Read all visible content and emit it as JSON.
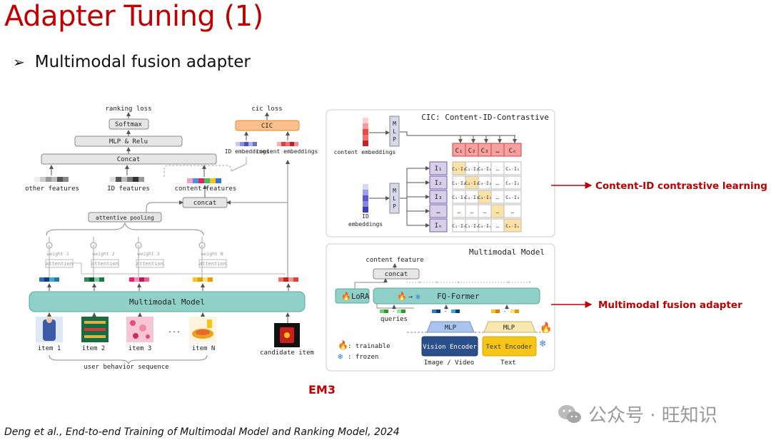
{
  "title": "Adapter Tuning (1)",
  "bullet": "Multimodal fusion adapter",
  "caption": "EM3",
  "citation": "Deng et al., End-to-end Training of Multimodal Model and Ranking Model, 2024",
  "watermark": "公众号 · 旺知识",
  "left_diagram": {
    "ranking_loss": "ranking loss",
    "softmax": "Softmax",
    "mlp_relu": "MLP & Relu",
    "concat": "Concat",
    "other_features": "other features",
    "id_features": "ID features",
    "content_features": "content features",
    "cic_loss": "cic loss",
    "cic": "CIC",
    "id_embeddings": "ID embeddings",
    "content_embeddings": "content embeddings",
    "concat2": "concat",
    "attentive_pooling": "attentive pooling",
    "weights": [
      "weight 1",
      "weight 2",
      "weight 3",
      "weight N"
    ],
    "attention": "attention",
    "multimodal_model": "Multimodal Model",
    "items": [
      "item 1",
      "item 2",
      "item 3",
      "item N"
    ],
    "ellipsis": "...",
    "candidate_item": "candidate item",
    "user_behavior_sequence": "user behavior sequence"
  },
  "cic_panel": {
    "title": "CIC: Content-ID-Contrastive",
    "content_embeddings": "content embeddings",
    "id_embeddings": "ID embeddings",
    "mlp": "MLP",
    "cols": [
      "C₁",
      "C₂",
      "C₃",
      "…",
      "Cₙ"
    ],
    "rows": [
      "I₁",
      "I₂",
      "I₃",
      "…",
      "Iₙ"
    ],
    "cells": [
      [
        "C₁·I₁",
        "C₂·I₁",
        "C₃·I₁",
        "…",
        "Cₙ·I₁"
      ],
      [
        "C₁·I₂",
        "C₂·I₂",
        "C₃·I₂",
        "…",
        "Cₙ·I₂"
      ],
      [
        "C₁·I₃",
        "C₂·I₃",
        "C₃·I₃",
        "…",
        "Cₙ·I₃"
      ],
      [
        "…",
        "…",
        "…",
        "…",
        "…"
      ],
      [
        "C₁·Iₙ",
        "C₂·Iₙ",
        "C₃·Iₙ",
        "…",
        "Cₙ·Iₙ"
      ]
    ],
    "label": "Content-ID contrastive learning"
  },
  "mm_panel": {
    "title": "Multimodal Model",
    "content_feature": "content feature",
    "concat": "concat",
    "lora": "LoRA",
    "fq_former": "FQ-Former",
    "queries": "queries",
    "mlp": "MLP",
    "vision_encoder": "Vision Encoder",
    "text_encoder": "Text Encoder",
    "image_video": "Image / Video",
    "text": "Text",
    "trainable": ": trainable",
    "frozen": ": frozen",
    "label": "Multimodal fusion adapter"
  },
  "colors": {
    "accent_red": "#c00000",
    "teal": "#8fd0c8",
    "cic_orange": "#fdc08c"
  }
}
